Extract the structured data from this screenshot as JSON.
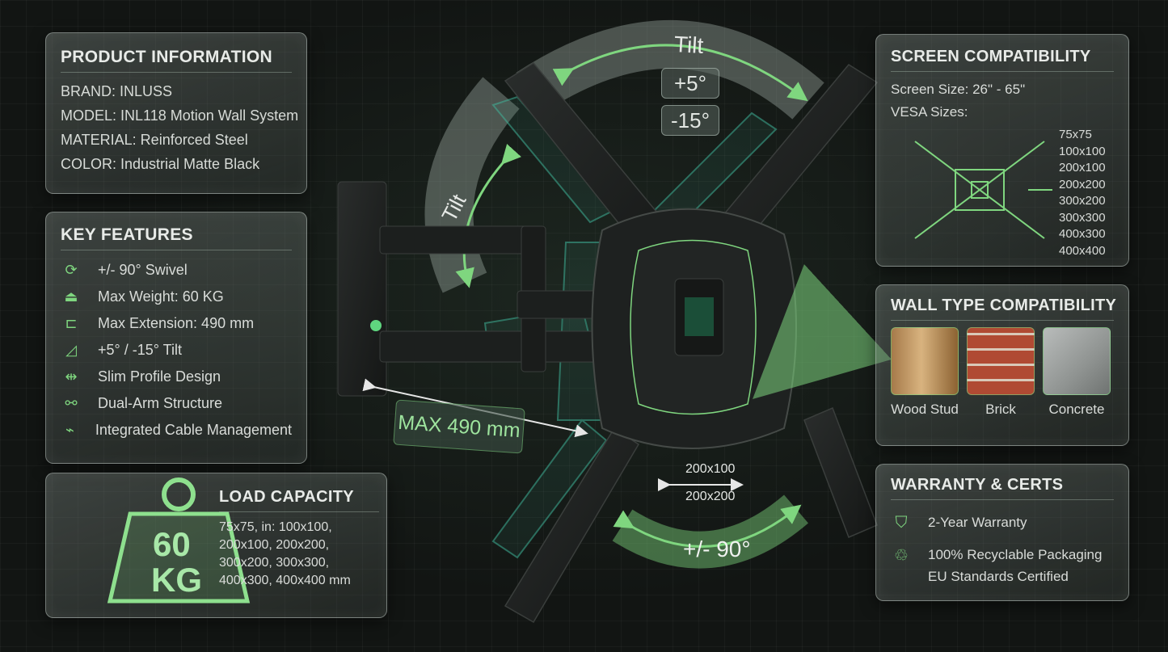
{
  "colors": {
    "accent": "#7fd67f",
    "background": "#121513",
    "mount": "#1b1d1c"
  },
  "product_info": {
    "title": "PRODUCT INFORMATION",
    "lines": [
      "BRAND: INLUSS",
      "MODEL: INL118 Motion Wall System",
      "MATERIAL: Reinforced Steel",
      "COLOR: Industrial Matte Black"
    ]
  },
  "key_features": {
    "title": "KEY FEATURES",
    "items": [
      {
        "icon": "swivel-icon",
        "label": "+/- 90° Swivel"
      },
      {
        "icon": "weight-icon",
        "label": "Max Weight: 60 KG"
      },
      {
        "icon": "extension-icon",
        "label": "Max Extension: 490 mm"
      },
      {
        "icon": "tilt-icon",
        "label": "+5° / -15° Tilt"
      },
      {
        "icon": "slim-profile-icon",
        "label": "Slim Profile Design"
      },
      {
        "icon": "dual-arm-icon",
        "label": "Dual-Arm Structure"
      },
      {
        "icon": "cable-icon",
        "label": "Integrated Cable Management"
      }
    ]
  },
  "load_capacity": {
    "title": "LOAD CAPACITY",
    "weight_top": "60",
    "weight_bottom": "KG",
    "lines": [
      "75x75, in: 100x100,",
      "200x100, 200x200,",
      "300x200, 300x300,",
      "400x300, 400x400 mm"
    ]
  },
  "screen_compat": {
    "title": "SCREEN COMPATIBILITY",
    "screen_size": "Screen Size: 26\" - 65\"",
    "vesa_label": "VESA Sizes:",
    "vesa_sizes": [
      "75x75",
      "100x100",
      "200x100",
      "200x200",
      "300x200",
      "300x300",
      "400x300",
      "400x400"
    ]
  },
  "wall_type": {
    "title": "WALL TYPE COMPATIBILITY",
    "types": [
      "Wood Stud",
      "Brick",
      "Concrete"
    ]
  },
  "warranty": {
    "title": "WARRANTY & CERTS",
    "items": [
      {
        "icon": "shield-icon",
        "label": "2-Year Warranty"
      },
      {
        "icon": "recycle-icon",
        "label": "100% Recyclable Packaging"
      },
      {
        "icon": "",
        "label": "EU Standards Certified"
      }
    ]
  },
  "diagram": {
    "tilt_top": "Tilt",
    "tilt_up": "+5°",
    "tilt_down": "-15°",
    "tilt_left": "Tilt",
    "max_extension": "MAX 490 mm",
    "hole_1": "200x100",
    "hole_2": "200x200",
    "swivel": "+/- 90°"
  }
}
